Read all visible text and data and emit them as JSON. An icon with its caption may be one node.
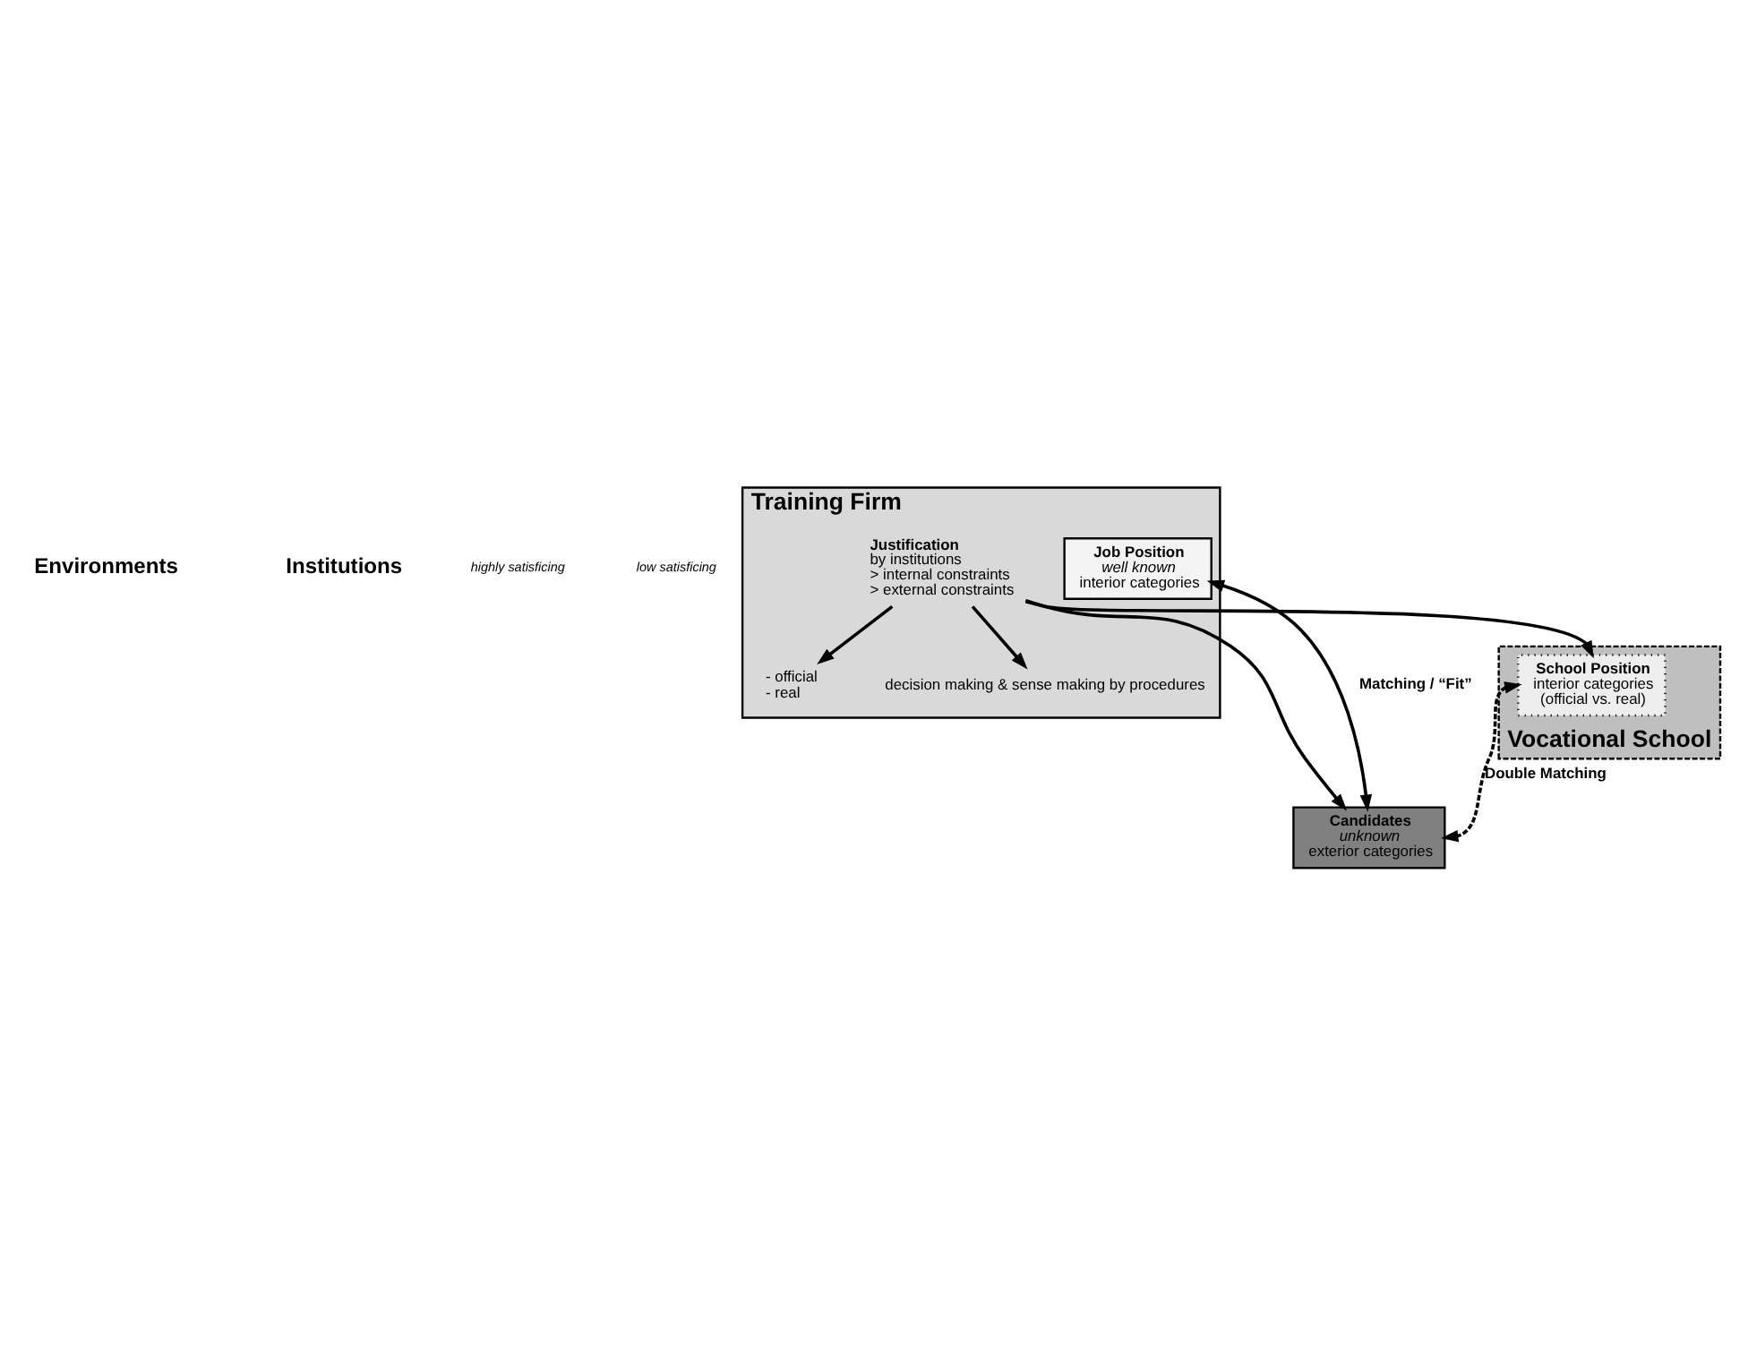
{
  "diagram": {
    "nodes": [
      {
        "text": [
          "Training Firm"
        ]
      },
      {
        "text": [
          "Job Position",
          "well known",
          "interior categories"
        ],
        "in": 0
      },
      {
        "text": [
          "Candidates",
          "unknown",
          "exterior categories"
        ]
      },
      {
        "text": [
          "decision making & sense making by procedures"
        ],
        "in": 0
      },
      {
        "text": [
          "- official",
          "- real"
        ],
        "in": 0
      },
      {
        "text": [
          "Justification",
          "by institutions",
          "> internal constraints",
          "> external constraints"
        ],
        "in": 0
      },
      {
        "text": [
          "Vocational School"
        ]
      },
      {
        "text": [
          "School Position",
          "interior categories",
          "(official vs. real)"
        ],
        "in": 6
      }
    ],
    "edges": [
      {
        "from": 1,
        "to": 2,
        "arrow": "both",
        "label": "Matching / “Fit”"
      },
      {
        "from": 5,
        "to": 3,
        "arrow": "to"
      },
      {
        "from": 5,
        "to": 4,
        "arrow": "to"
      },
      {
        "from": 5,
        "to": 2,
        "arrow": "to"
      },
      {
        "from": 5,
        "to": 7,
        "arrow": "to"
      },
      {
        "from": 7,
        "to": 2,
        "arrow": "both",
        "label": "Double Matching",
        "style": "dashed"
      }
    ],
    "labels": [
      "Environments",
      "Institutions",
      "highly satisficing",
      "low satisficing"
    ]
  }
}
